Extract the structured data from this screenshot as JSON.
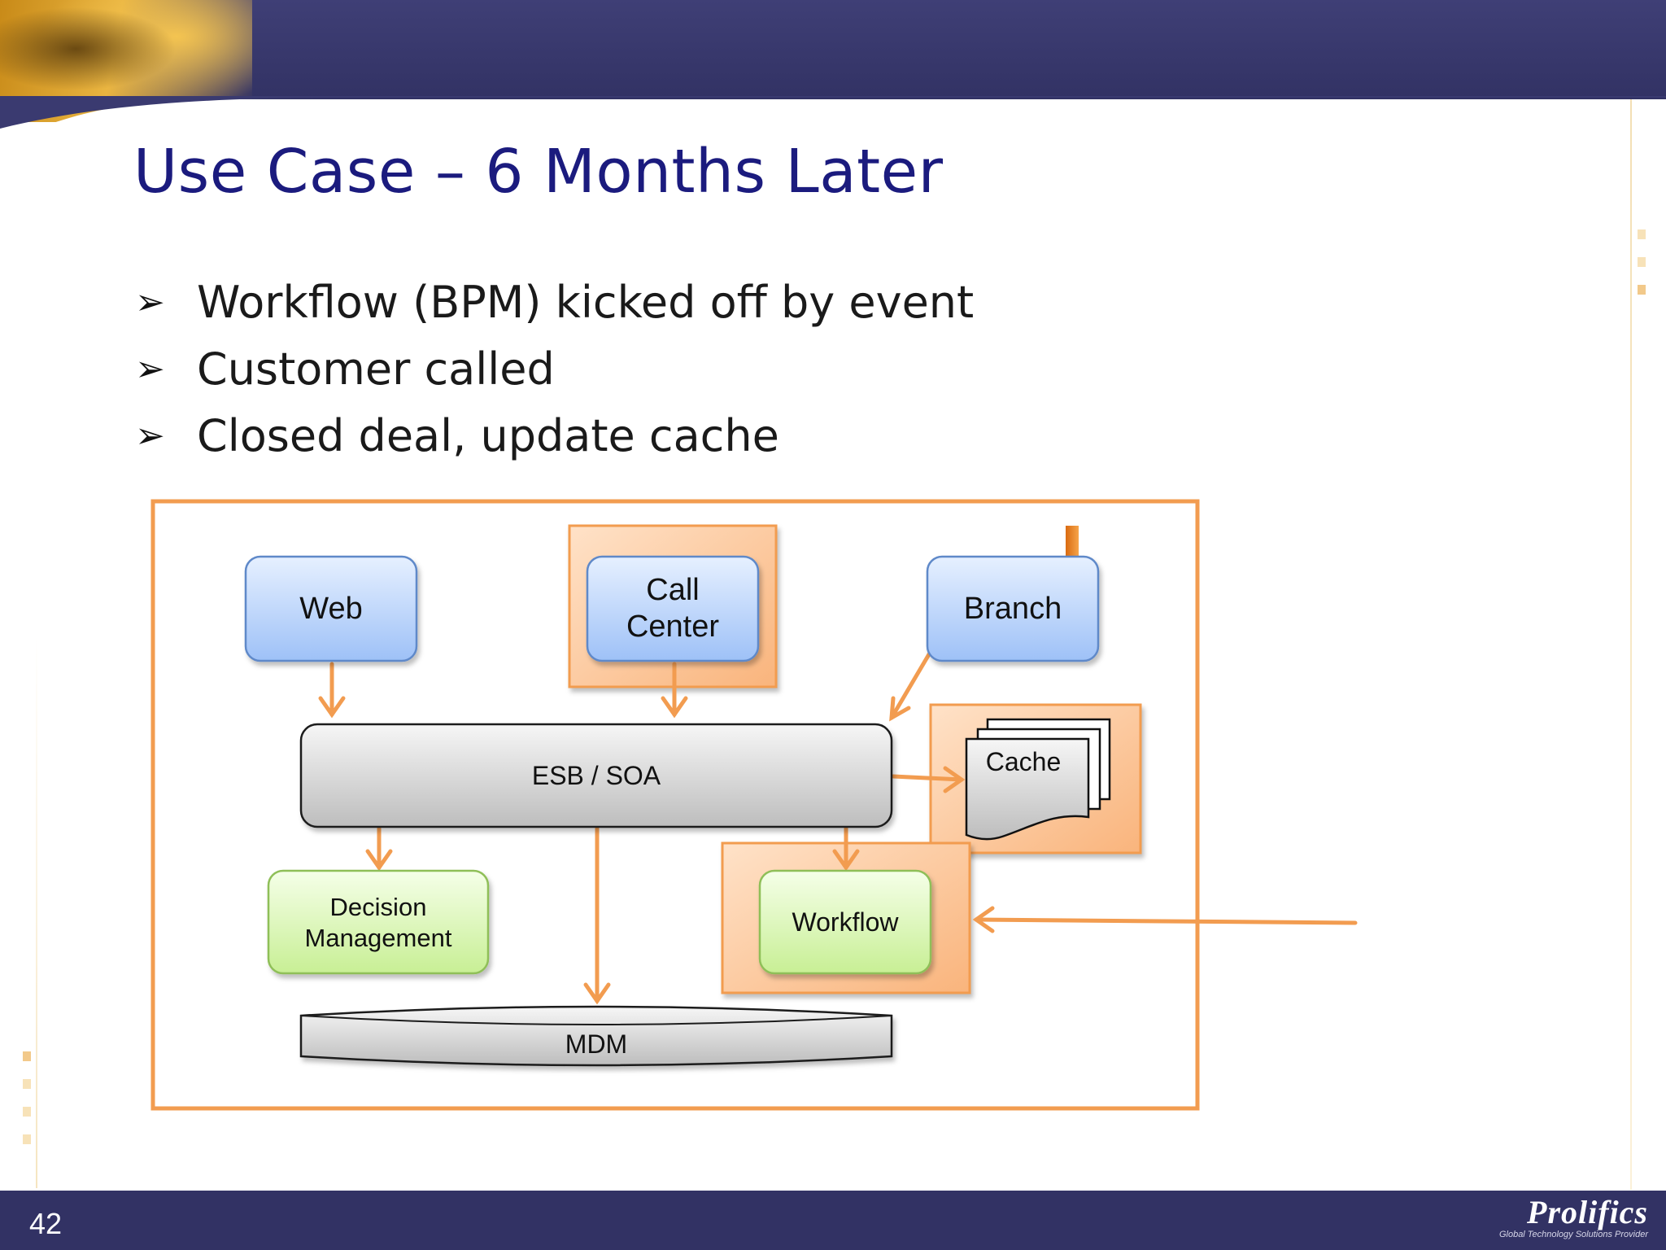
{
  "slide": {
    "title": "Use Case – 6 Months Later",
    "number": "42"
  },
  "bullets": [
    {
      "text": "Workflow (BPM) kicked off by event"
    },
    {
      "text": "Customer called"
    },
    {
      "text": "Closed deal, update cache"
    }
  ],
  "bullet_icon": "arrowhead-bullet-icon",
  "diagram": {
    "nodes": {
      "web": {
        "label": "Web"
      },
      "call_center": {
        "line1": "Call",
        "line2": "Center"
      },
      "branch": {
        "label": "Branch"
      },
      "esb": {
        "label": "ESB / SOA"
      },
      "cache": {
        "label": "Cache"
      },
      "decision": {
        "line1": "Decision",
        "line2": "Management"
      },
      "workflow": {
        "label": "Workflow"
      },
      "mdm": {
        "label": "MDM"
      }
    },
    "colors": {
      "frame": "#f29c50",
      "highlight_fill": "#fbc191",
      "blue_node": "#b8d2fb",
      "green_node": "#dcf8b8",
      "gray_node": "#d2d2d2",
      "title": "#1b1b7e",
      "bar": "#323264"
    }
  },
  "brand": {
    "name": "Prolifics",
    "tagline": "Global Technology Solutions Provider"
  }
}
